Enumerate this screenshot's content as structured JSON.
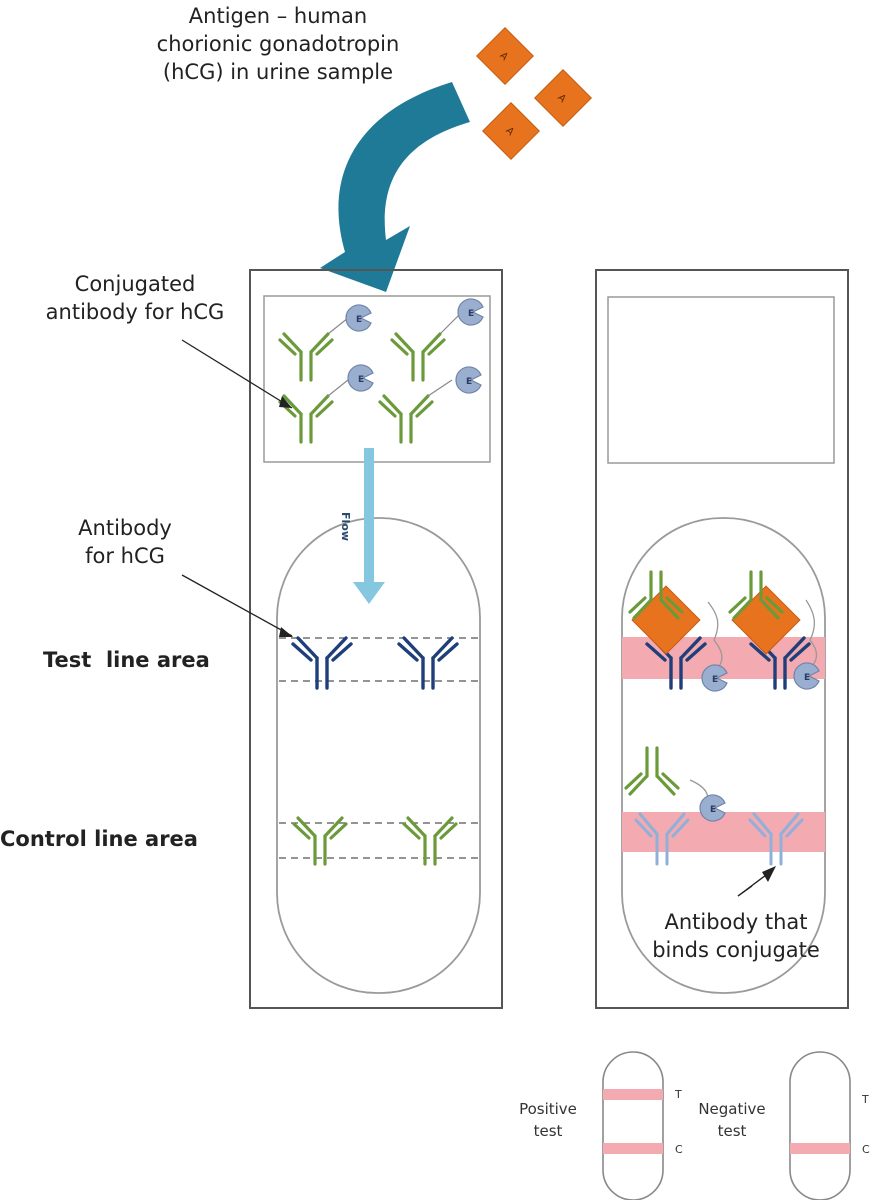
{
  "labels": {
    "antigen_title": "Antigen – human chorionic gonadotropin (hCG) in urine sample",
    "antigen_line1": "Antigen – human",
    "antigen_line2": "chorionic gonadotropin",
    "antigen_line3": "(hCG) in urine sample",
    "conjugated_line1": "Conjugated",
    "conjugated_line2": "antibody for hCG",
    "antibody_line1": "Antibody",
    "antibody_line2": "for hCG",
    "test_line_area": "Test  line area",
    "control_line_area": "Control line area",
    "flow": "Flow",
    "binds_line1": "Antibody that",
    "binds_line2": "binds conjugate",
    "positive_line1": "Positive",
    "positive_line2": "test",
    "negative_line1": "Negative",
    "negative_line2": "test",
    "marker_t": "T",
    "marker_c": "C",
    "antigen_letter": "A"
  },
  "colors": {
    "arrow_teal": "#1e7a96",
    "antigen_orange": "#e8731e",
    "conjugate_green": "#6a9a3a",
    "test_antibody_navy": "#1f3f7a",
    "control_antibody_light": "#8fb0d8",
    "label_gray_blue": "#9aaed0",
    "flow_blue": "#86c7e0",
    "line_pink": "#f3aab0",
    "frame_gray": "#555555"
  }
}
